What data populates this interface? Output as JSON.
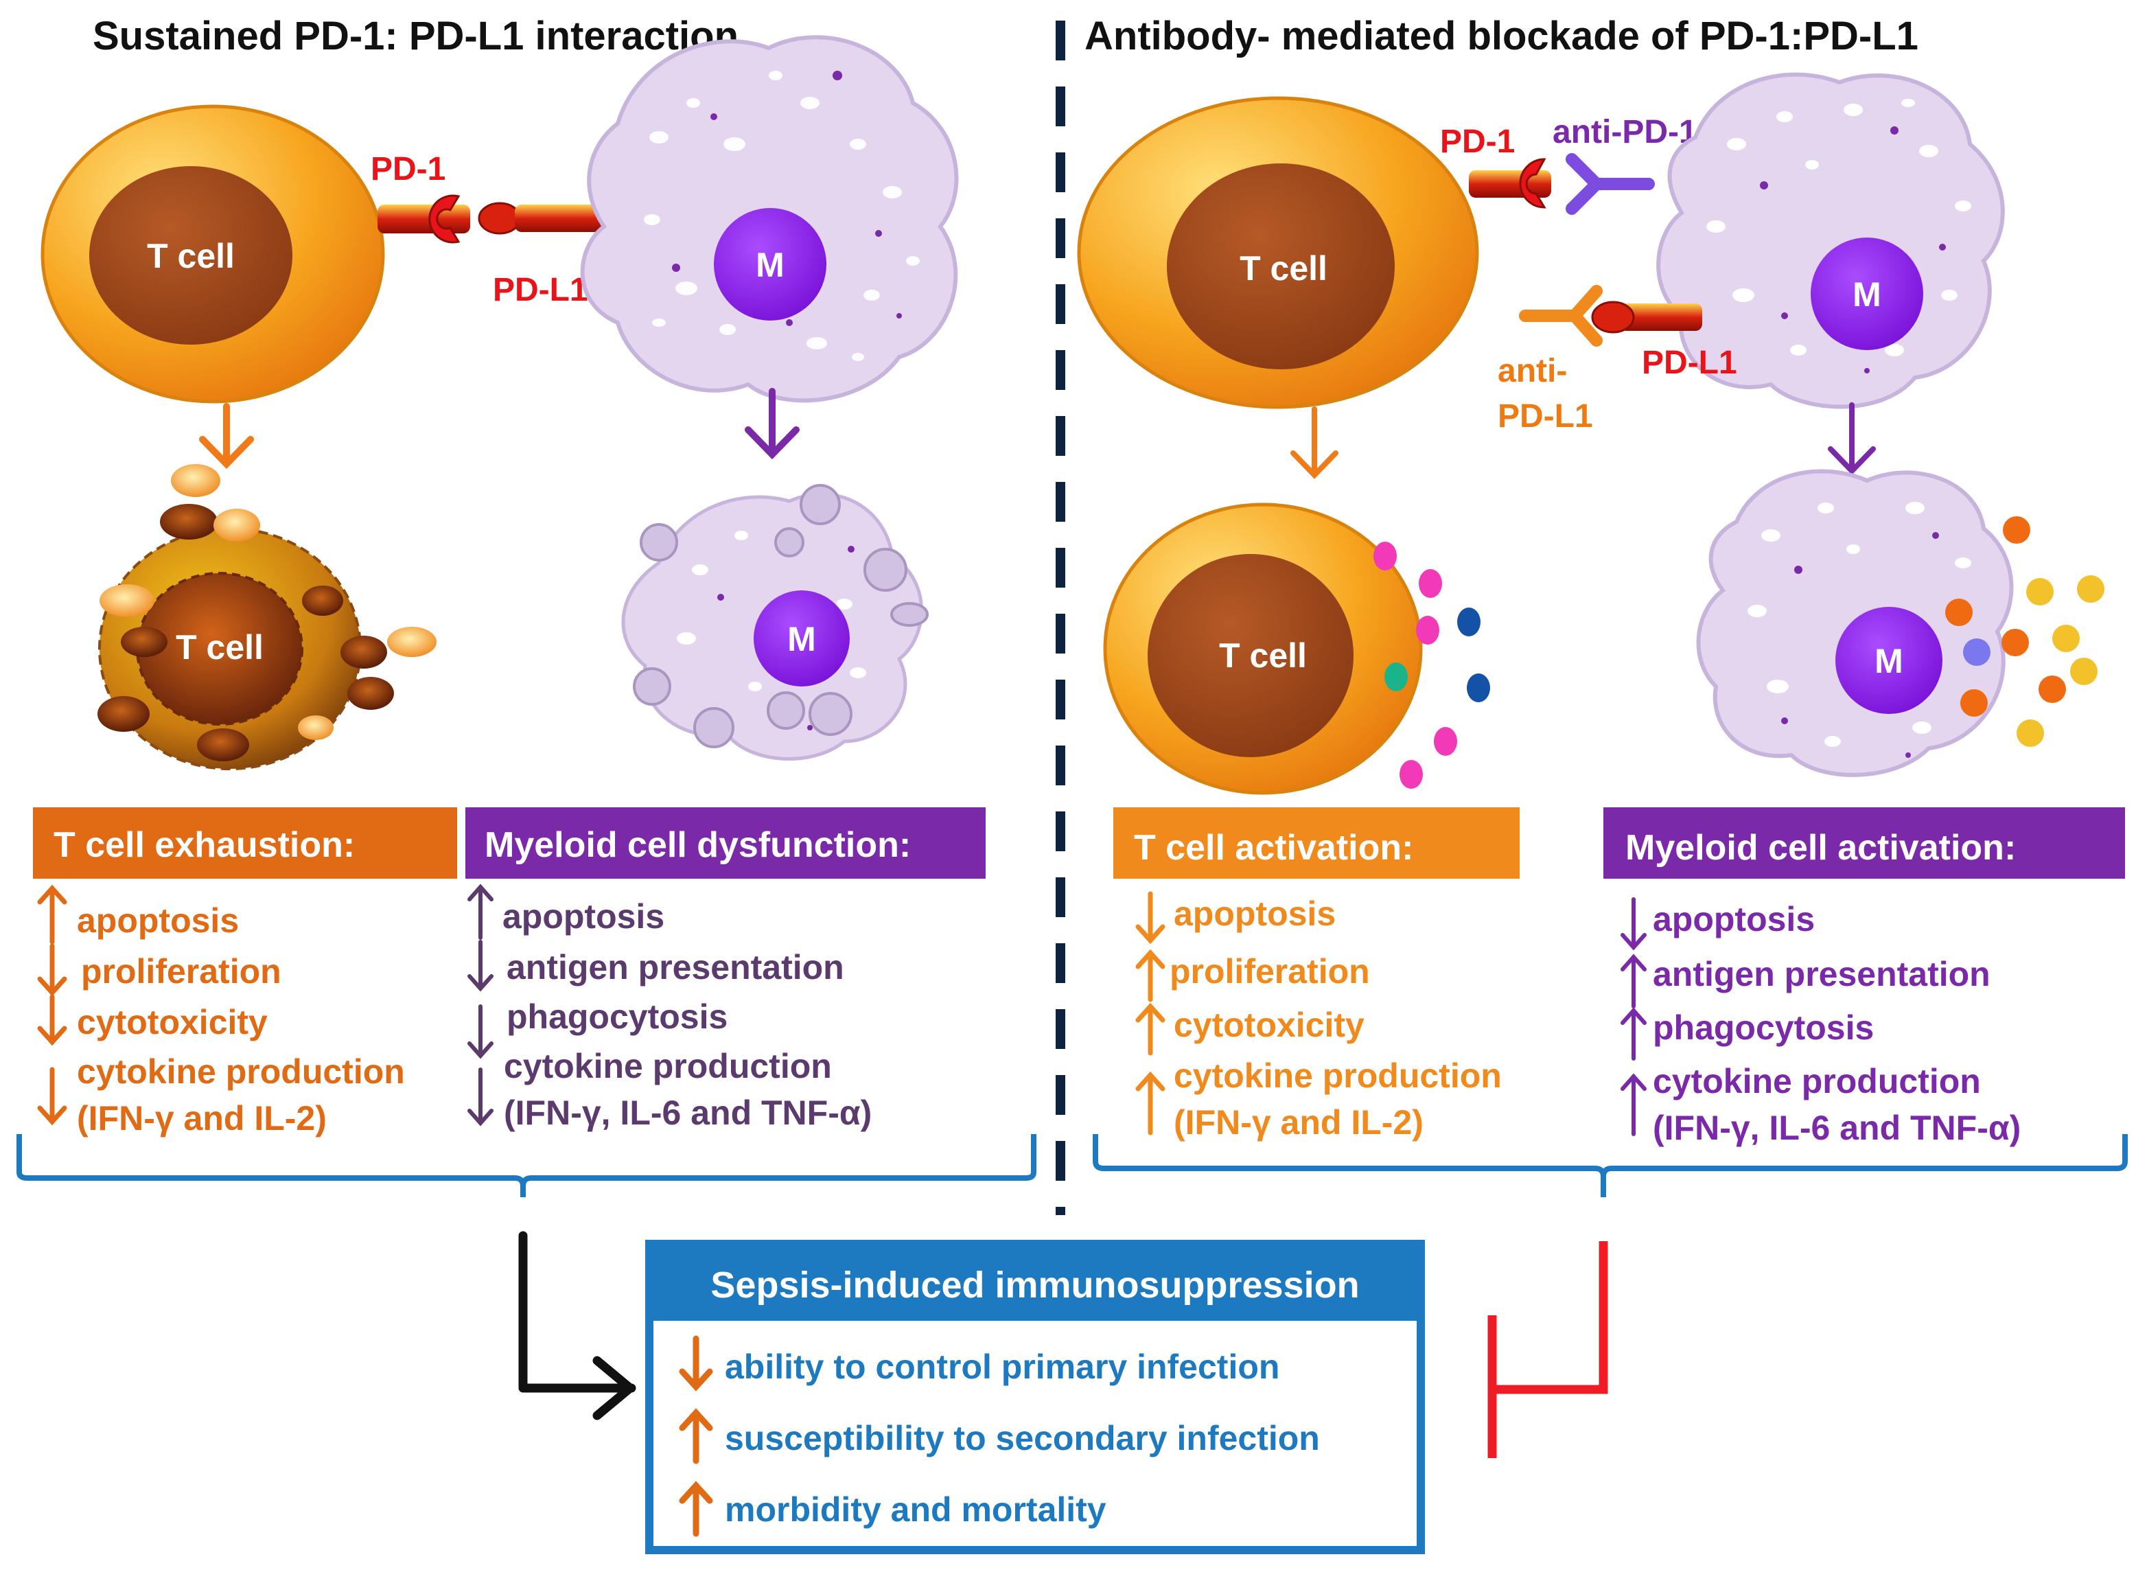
{
  "left_panel": {
    "title": "Sustained PD-1: PD-L1 interaction",
    "t_cell_label": "T cell",
    "pd1_label": "PD-1",
    "pdl1_label": "PD-L1",
    "m_label": "M",
    "dying_t_cell_label": "T cell",
    "dying_m_label": "M",
    "t_header": "T cell exhaustion:",
    "t_items": [
      {
        "arrow": "up",
        "text": "apoptosis"
      },
      {
        "arrow": "down",
        "text": "proliferation"
      },
      {
        "arrow": "down",
        "text": "cytotoxicity"
      },
      {
        "arrow": "down",
        "text": "cytokine production",
        "text2": "(IFN-γ and IL-2)"
      }
    ],
    "m_header": "Myeloid cell dysfunction:",
    "m_items": [
      {
        "arrow": "up",
        "text": "apoptosis"
      },
      {
        "arrow": "down",
        "text": "antigen presentation"
      },
      {
        "arrow": "down",
        "text": "phagocytosis"
      },
      {
        "arrow": "down",
        "text": "cytokine production",
        "text2": "(IFN-γ, IL-6 and TNF-α)"
      }
    ]
  },
  "right_panel": {
    "title": "Antibody- mediated blockade of  PD-1:PD-L1",
    "t_cell_label": "T cell",
    "pd1_label": "PD-1",
    "anti_pd1_label": "anti-PD-1",
    "anti_pdl1_line1": "anti-",
    "anti_pdl1_line2": "PD-L1",
    "pdl1_label": "PD-L1",
    "m_label": "M",
    "active_t_cell_label": "T cell",
    "active_m_label": "M",
    "t_header": "T cell activation:",
    "t_items": [
      {
        "arrow": "down",
        "text": "apoptosis"
      },
      {
        "arrow": "up",
        "text": "proliferation"
      },
      {
        "arrow": "up",
        "text": "cytotoxicity"
      },
      {
        "arrow": "up",
        "text": "cytokine production",
        "text2": "(IFN-γ and IL-2)"
      }
    ],
    "m_header": "Myeloid cell activation:",
    "m_items": [
      {
        "arrow": "down",
        "text": "apoptosis"
      },
      {
        "arrow": "up",
        "text": "antigen presentation"
      },
      {
        "arrow": "up",
        "text": "phagocytosis"
      },
      {
        "arrow": "up",
        "text": "cytokine production",
        "text2": "(IFN-γ, IL-6 and TNF-α)"
      }
    ]
  },
  "sepsis": {
    "title": "Sepsis-induced immunosuppression",
    "items": [
      {
        "arrow": "down",
        "text": "ability to control primary infection"
      },
      {
        "arrow": "up",
        "text": "susceptibility to secondary infection"
      },
      {
        "arrow": "up",
        "text": "morbidity and mortality"
      }
    ]
  },
  "colors": {
    "t_cell_orange": "#f5a623",
    "nucleus_brown": "#a0461c",
    "macrophage_lilac": "#e3d6ee",
    "m_nucleus_purple": "#8c1ee6",
    "pd1_red": "#e8141a",
    "orange_header": "#ee7a12",
    "purple_header": "#7a2aa8",
    "blue_box": "#1d79c0",
    "divider_navy": "#0e2340"
  }
}
